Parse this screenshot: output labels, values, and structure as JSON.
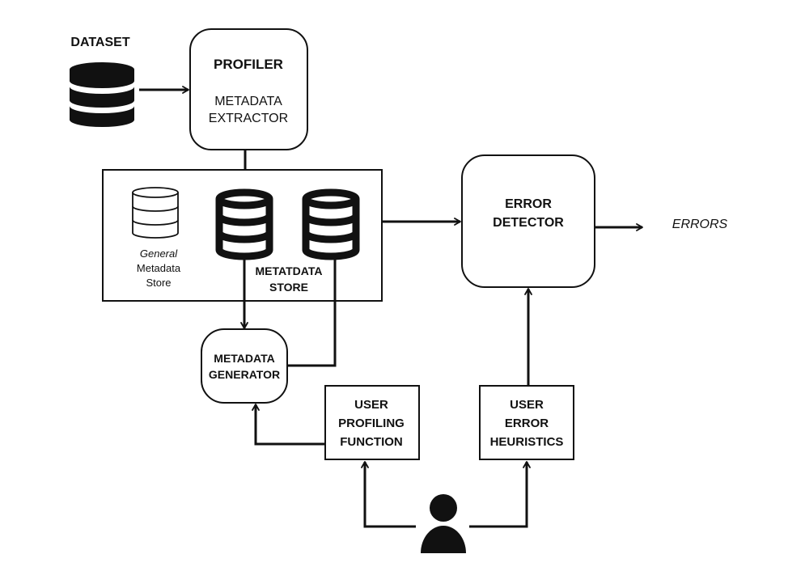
{
  "dataset": {
    "label": "DATASET"
  },
  "profiler": {
    "title": "PROFILER",
    "line1": "METADATA",
    "line2": "EXTRACTOR"
  },
  "metadata_store": {
    "general_line1": "General",
    "general_line2": "Metadata",
    "general_line3": "Store",
    "label_line1": "METATDATA",
    "label_line2": "STORE"
  },
  "metadata_generator": {
    "line1": "METADATA",
    "line2": "GENERATOR"
  },
  "error_detector": {
    "line1": "ERROR",
    "line2": "DETECTOR"
  },
  "errors": {
    "label": "ERRORS",
    "color": "#e0473a"
  },
  "user_profiling_function": {
    "line1": "USER",
    "line2": "PROFILING",
    "line3": "FUNCTION"
  },
  "user_error_heuristics": {
    "line1": "USER",
    "line2": "ERROR",
    "line3": "HEURISTICS"
  },
  "colors": {
    "stroke": "#111111",
    "accent": "#e0473a"
  },
  "icons": {
    "database": "database-icon",
    "user": "user-icon"
  }
}
